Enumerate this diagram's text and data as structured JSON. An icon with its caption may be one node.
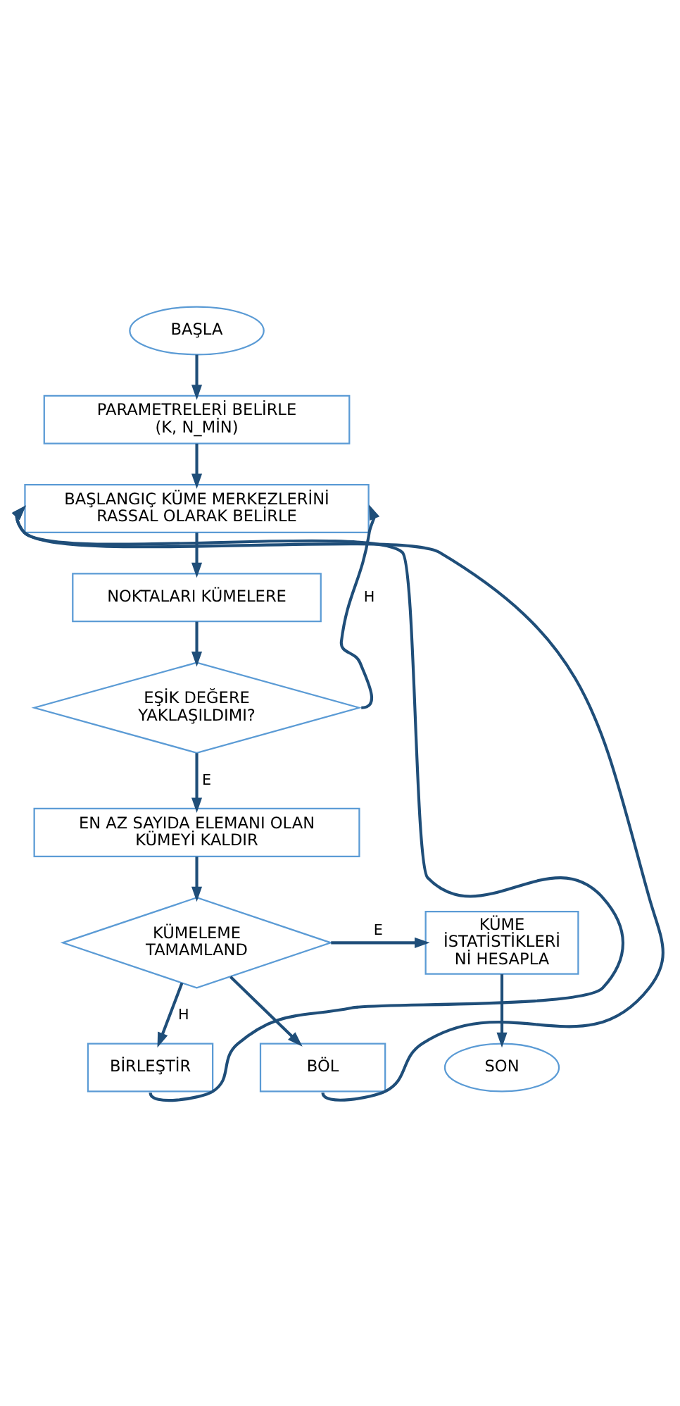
{
  "diagram": {
    "nodes": [
      {
        "text": [
          "BAŞLA"
        ]
      },
      {
        "text": [
          "PARAMETRELERİ BELİRLE (K, N_MİN)"
        ]
      },
      {
        "text": [
          "BAŞLANGIÇ KÜME MERKEZLERİNİ RASSAL OLARAK BELİRLE"
        ]
      },
      {
        "text": [
          "NOKTALARI KÜMELERE"
        ]
      },
      {
        "text": [
          "EŞİK DEĞERE YAKLAŞILDIMI?"
        ]
      },
      {
        "text": [
          "EN AZ SAYIDA ELEMANI OLAN KÜMEYİ KALDIR"
        ]
      },
      {
        "text": [
          "KÜMELEME TAMAMLAND"
        ]
      },
      {
        "text": [
          "KÜME İSTATİSTİKLERİ Nİ HESAPLA"
        ]
      },
      {
        "text": [
          "SON"
        ]
      },
      {
        "text": [
          "BİRLEŞTİR"
        ]
      },
      {
        "text": [
          "BÖL"
        ]
      }
    ],
    "edges": [
      {
        "from": 0,
        "to": 1,
        "arrow": "to"
      },
      {
        "from": 1,
        "to": 2,
        "arrow": "to"
      },
      {
        "from": 2,
        "to": 3,
        "arrow": "to"
      },
      {
        "from": 3,
        "to": 4,
        "arrow": "to"
      },
      {
        "from": 4,
        "to": 2,
        "arrow": "to",
        "label": "H"
      },
      {
        "from": 4,
        "to": 5,
        "arrow": "to",
        "label": "E"
      },
      {
        "from": 5,
        "to": 6,
        "arrow": "to"
      },
      {
        "from": 6,
        "to": 7,
        "arrow": "to",
        "label": "E"
      },
      {
        "from": 7,
        "to": 8,
        "arrow": "to"
      },
      {
        "from": 6,
        "to": 9,
        "arrow": "to",
        "label": "H"
      },
      {
        "from": 6,
        "to": 10,
        "arrow": "to"
      },
      {
        "from": 9,
        "to": 2,
        "arrow": "to"
      },
      {
        "from": 10,
        "to": 2,
        "arrow": "to"
      }
    ]
  }
}
